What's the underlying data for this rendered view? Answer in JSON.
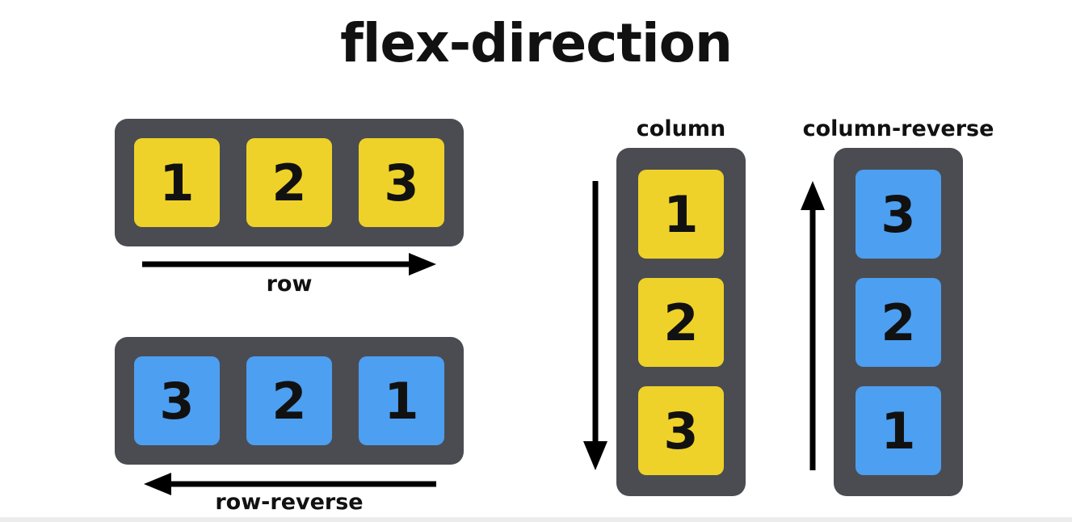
{
  "title": "flex-direction",
  "colors": {
    "container": "#4a4c52",
    "yellow": "#efd229",
    "blue": "#4d9ff1",
    "arrow": "#000000"
  },
  "row": {
    "label": "row",
    "items": [
      "1",
      "2",
      "3"
    ],
    "color": "yellow",
    "arrow": "right"
  },
  "row_reverse": {
    "label": "row-reverse",
    "items": [
      "3",
      "2",
      "1"
    ],
    "color": "blue",
    "arrow": "left"
  },
  "column": {
    "label": "column",
    "items": [
      "1",
      "2",
      "3"
    ],
    "color": "yellow",
    "arrow": "down"
  },
  "column_reverse": {
    "label": "column-reverse",
    "items": [
      "3",
      "2",
      "1"
    ],
    "color": "blue",
    "arrow": "up"
  }
}
